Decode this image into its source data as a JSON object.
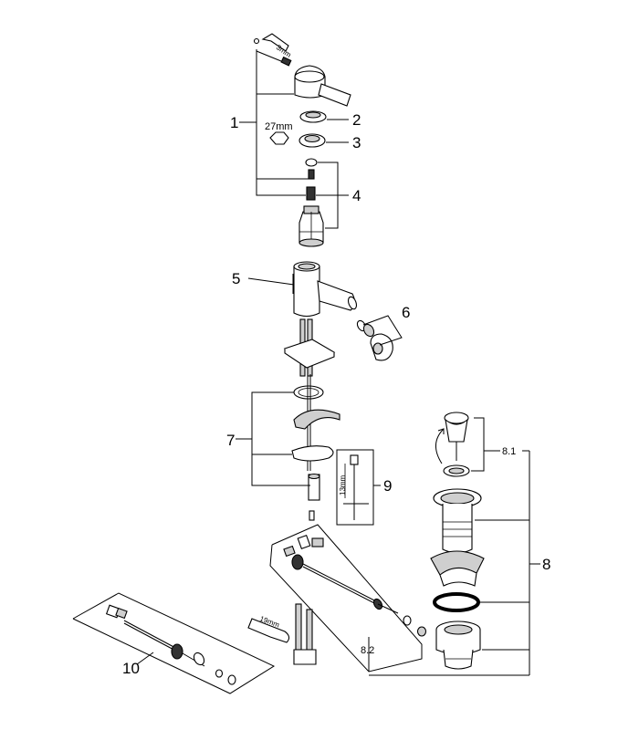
{
  "callouts": {
    "c1": "1",
    "c2": "2",
    "c3": "3",
    "c4": "4",
    "c5": "5",
    "c6": "6",
    "c7": "7",
    "c8": "8",
    "c8_1": "8.1",
    "c8_2": "8.2",
    "c9": "9",
    "c10": "10"
  },
  "dimensions": {
    "hex_key": "3mm",
    "nut": "27mm",
    "tool_9": "13mm",
    "wrench": "19mm"
  }
}
